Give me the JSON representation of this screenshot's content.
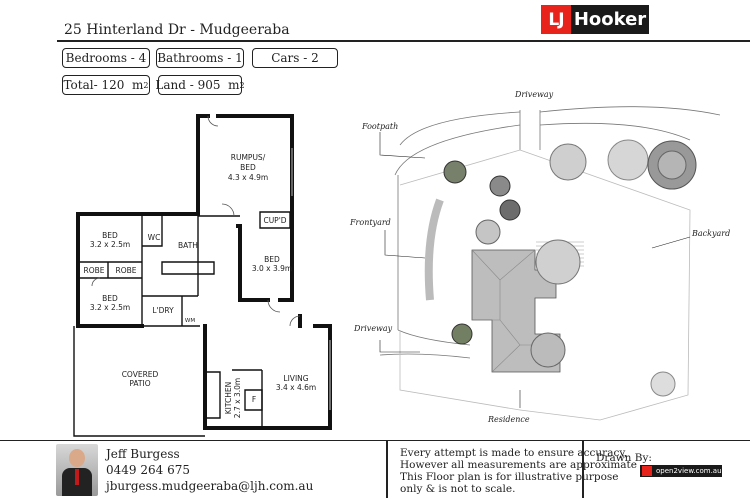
{
  "address": "25 Hinterland Dr - Mudgeeraba",
  "brand": {
    "lj": "LJ",
    "hooker": "Hooker"
  },
  "stats": {
    "bedrooms": "Bedrooms -  4",
    "bathrooms": "Bathrooms -  1",
    "cars": "Cars -  2",
    "total": "Total-  120",
    "land": "Land -  905",
    "unit": "m",
    "sup": "2"
  },
  "floorplan": {
    "rooms": [
      {
        "id": "rumpus",
        "name": "RUMPUS/",
        "name2": "BED",
        "dims": "4.3 x 4.9m"
      },
      {
        "id": "bed1",
        "name": "BED",
        "dims": "3.2 x 2.5m"
      },
      {
        "id": "wc",
        "name": "WC"
      },
      {
        "id": "bath",
        "name": "BATH"
      },
      {
        "id": "cupd",
        "name": "CUP'D"
      },
      {
        "id": "bed2",
        "name": "BED",
        "dims": "3.0 x 3.9m"
      },
      {
        "id": "robe1",
        "name": "ROBE"
      },
      {
        "id": "robe2",
        "name": "ROBE"
      },
      {
        "id": "bed3",
        "name": "BED",
        "dims": "3.2 x 2.5m"
      },
      {
        "id": "ldry",
        "name": "L'DRY"
      },
      {
        "id": "wm",
        "name": "WM"
      },
      {
        "id": "patio",
        "name": "COVERED",
        "name2": "PATIO"
      },
      {
        "id": "kitchen",
        "name": "KITCHEN",
        "dims": "2.7 x 3.0m"
      },
      {
        "id": "fridge",
        "name": "F"
      },
      {
        "id": "living",
        "name": "LIVING",
        "dims": "3.4 x 4.6m"
      }
    ]
  },
  "siteplan": {
    "labels": [
      "Driveway",
      "Footpath",
      "Frontyard",
      "Backyard",
      "Driveway",
      "Residence"
    ]
  },
  "footer": {
    "agent_name": "Jeff Burgess",
    "phone": "0449 264 675",
    "email": "jburgess.mudgeeraba@ljh.com.au",
    "disclaimer": [
      "Every  attempt is made to ensure accuracy,",
      "However all measurements are approximate",
      "This Floor plan is for illustrative purpose",
      "only & is not to scale."
    ],
    "drawn_by": "Drawn By:",
    "drawn_by_logo": "open2view.com.au"
  }
}
